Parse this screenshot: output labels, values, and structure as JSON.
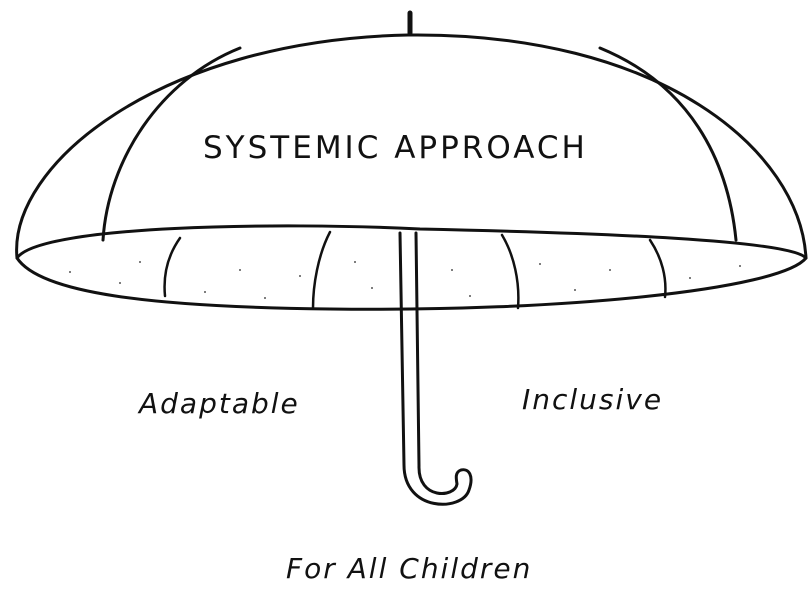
{
  "diagram": {
    "canopy_label": "SYSTEMIC APPROACH",
    "left_label": "Adaptable",
    "right_label": "Inclusive",
    "caption": "For All Children"
  },
  "colors": {
    "ink": "#111111",
    "background": "#ffffff"
  }
}
